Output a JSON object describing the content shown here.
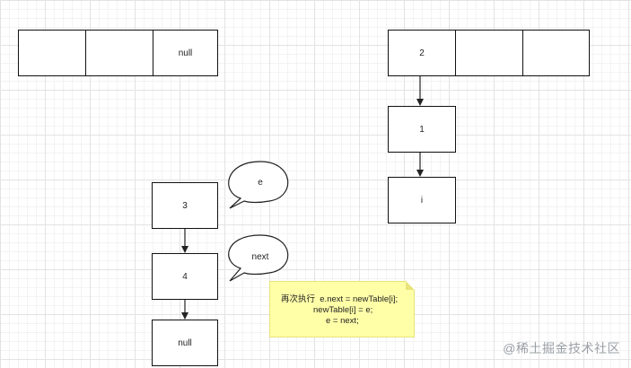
{
  "top_left_array": {
    "cells": [
      "",
      "",
      "null"
    ]
  },
  "top_right_array": {
    "cells": [
      "2",
      "",
      ""
    ]
  },
  "right_chain": {
    "nodes": [
      "1",
      "i"
    ]
  },
  "left_chain": {
    "nodes": [
      "3",
      "4",
      "null"
    ]
  },
  "bubbles": {
    "e": "e",
    "next": "next"
  },
  "note": {
    "line1": "再次执行  e.next = newTable[i];",
    "line2": "newTable[i] = e;",
    "line3": "e = next;"
  },
  "watermark": "@稀土掘金技术社区"
}
